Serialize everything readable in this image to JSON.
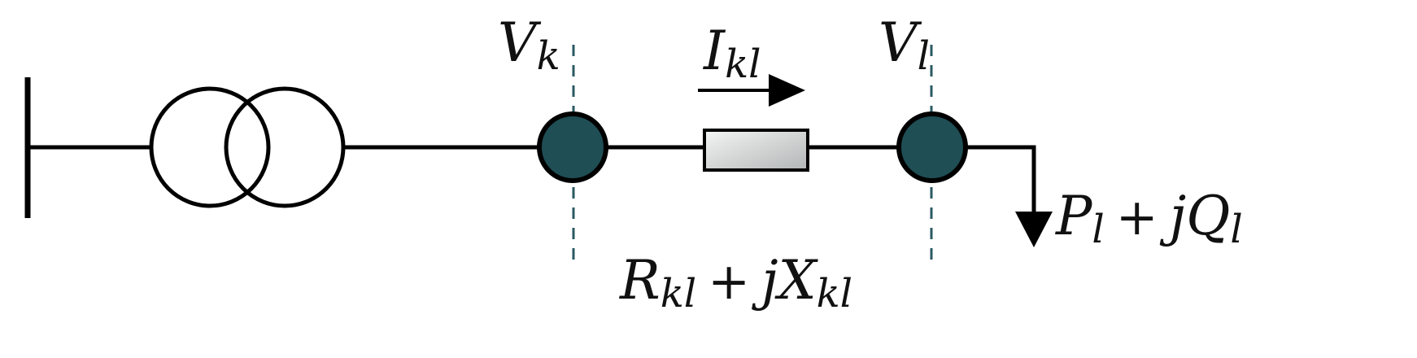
{
  "colors": {
    "line": "#000000",
    "node_fill": "#1f4e55",
    "dash": "#2a5a63",
    "resistor_light": "#f4f5f5",
    "resistor_dark": "#b3b6b6"
  },
  "labels": {
    "vk": {
      "main": "V",
      "sub": "k"
    },
    "vl": {
      "main": "V",
      "sub": "l"
    },
    "ikl": {
      "main": "I",
      "sub": "kl"
    },
    "impedance": {
      "r": "R",
      "r_sub": "kl",
      "op": "+",
      "j": "j",
      "x": "X",
      "x_sub": "kl"
    },
    "load": {
      "p": "P",
      "p_sub": "l",
      "op": "+",
      "j": "j",
      "q": "Q",
      "q_sub": "l"
    }
  }
}
